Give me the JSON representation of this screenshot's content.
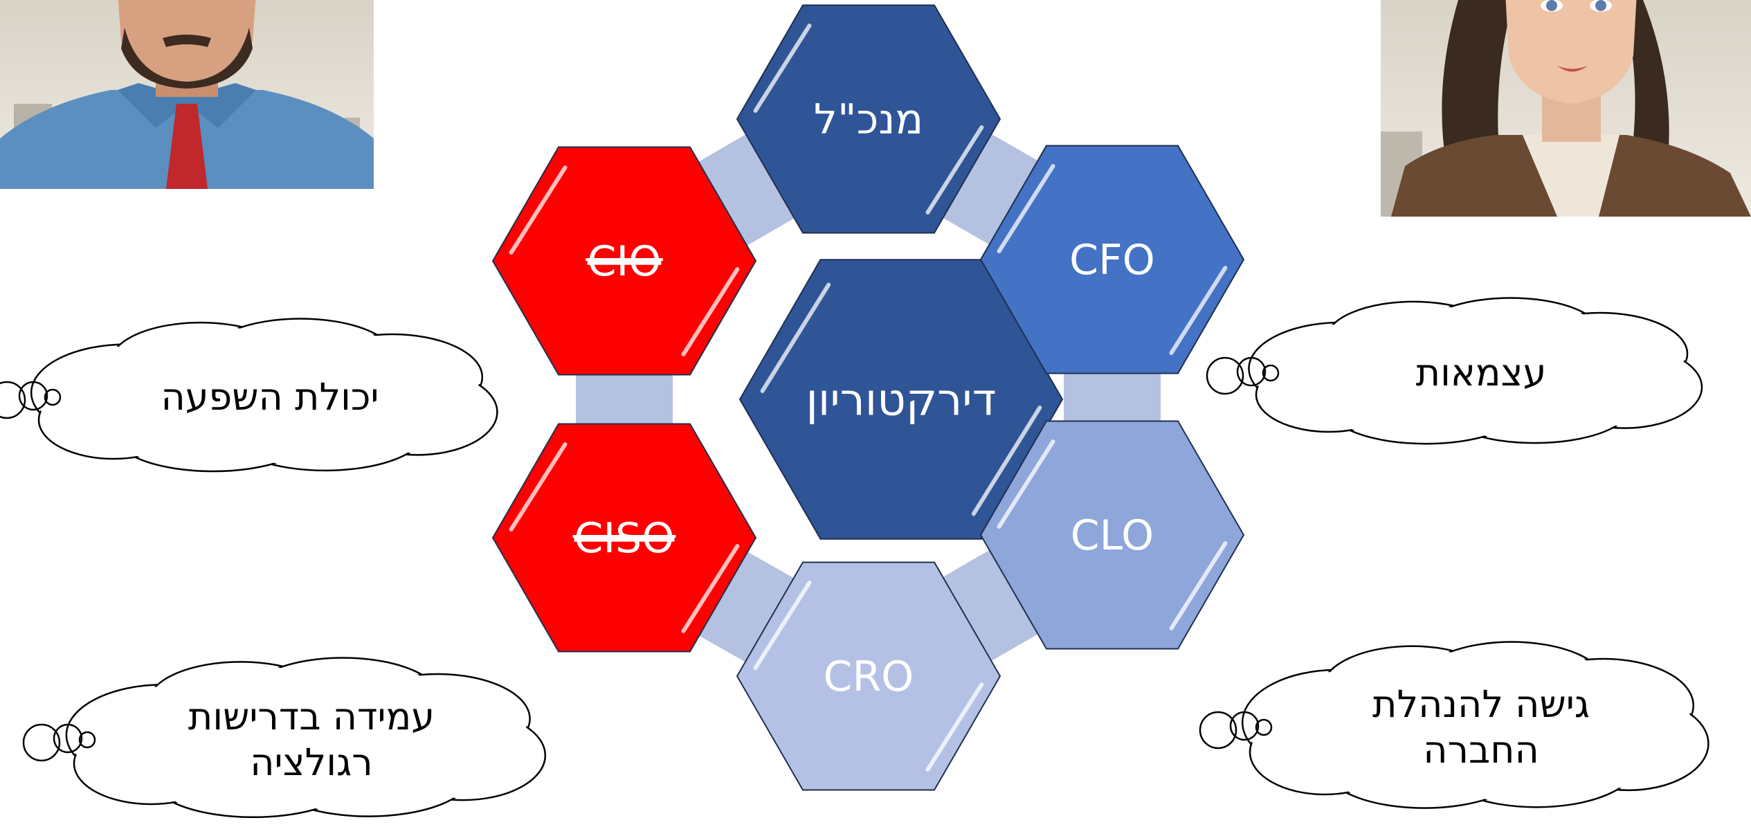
{
  "colors": {
    "dark_blue": "#2F5597",
    "mid_blue": "#4472C4",
    "light_blue": "#8EA6D9",
    "pale_blue": "#B4C1E4",
    "connector": "#B4C1E0",
    "red": "#FF0000",
    "hex_text": "#FFFFFF",
    "cloud_text": "#000000"
  },
  "center_hex": {
    "label": "דירקטוריון"
  },
  "hexagons": [
    {
      "id": "ceo",
      "label": "מנכ\"ל",
      "fill": "dark_blue",
      "strikethrough": false
    },
    {
      "id": "cfo",
      "label": "CFO",
      "fill": "mid_blue",
      "strikethrough": false
    },
    {
      "id": "clo",
      "label": "CLO",
      "fill": "light_blue",
      "strikethrough": false
    },
    {
      "id": "cro",
      "label": "CRO",
      "fill": "pale_blue",
      "strikethrough": false
    },
    {
      "id": "ciso",
      "label": "CISO",
      "fill": "red",
      "strikethrough": true
    },
    {
      "id": "cio",
      "label": "CIO",
      "fill": "red",
      "strikethrough": true
    }
  ],
  "clouds": {
    "influence": {
      "lines": [
        "יכולת השפעה"
      ]
    },
    "independence": {
      "lines": [
        "עצמאות"
      ]
    },
    "regulation": {
      "lines": [
        "עמידה בדרישות",
        "רגולציה"
      ]
    },
    "management_access": {
      "lines": [
        "גישה להנהלת",
        "החברה"
      ]
    }
  },
  "portraits": {
    "man": {
      "icon": "man-portrait-icon"
    },
    "woman": {
      "icon": "woman-portrait-icon"
    }
  }
}
